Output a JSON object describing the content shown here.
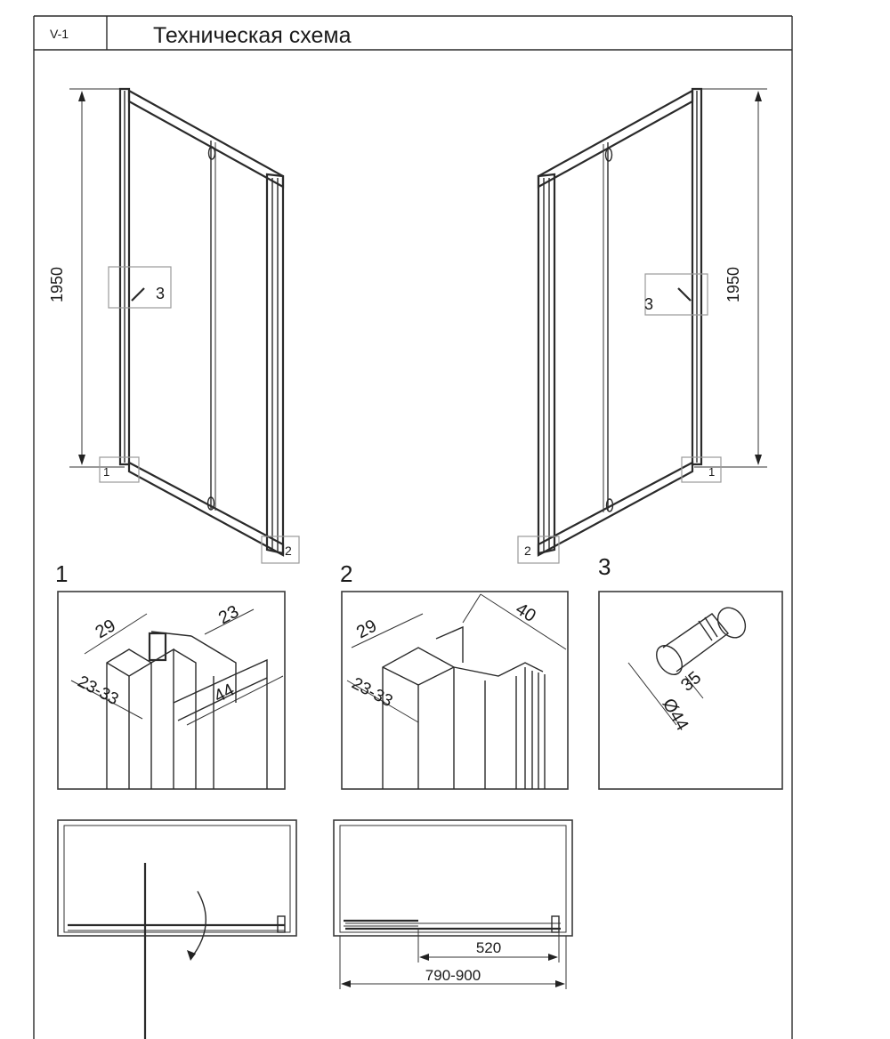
{
  "header": {
    "code": "V-1",
    "title": "Техническая схема"
  },
  "views": {
    "left_door": {
      "height_label": "1950",
      "callout_a": "3",
      "callout_b": "1",
      "callout_c": "2"
    },
    "right_door": {
      "height_label": "1950",
      "callout_a": "3",
      "callout_b": "1",
      "callout_c": "2"
    }
  },
  "details": [
    {
      "number": "1",
      "dims": [
        "29",
        "23",
        "23-33",
        "44"
      ]
    },
    {
      "number": "2",
      "dims": [
        "29",
        "40",
        "23-33"
      ]
    },
    {
      "number": "3",
      "dims": [
        "35",
        "Ø44"
      ]
    }
  ],
  "plans": {
    "pivot": {},
    "sliding": {
      "opening": "520",
      "range": "790-900"
    }
  }
}
